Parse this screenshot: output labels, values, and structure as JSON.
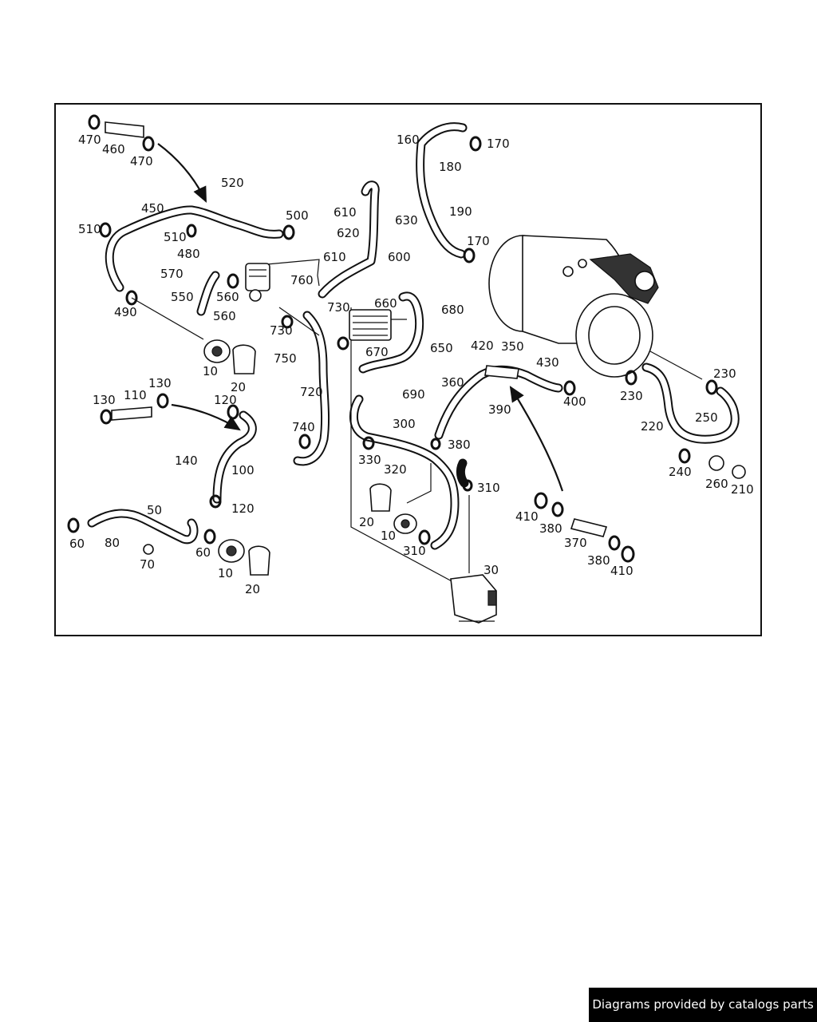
{
  "labels": [
    "470",
    "460",
    "470",
    "520",
    "450",
    "510",
    "510",
    "500",
    "480",
    "570",
    "550",
    "560",
    "560",
    "490",
    "10",
    "20",
    "610",
    "630",
    "620",
    "610",
    "600",
    "760",
    "730",
    "730",
    "750",
    "720",
    "740",
    "660",
    "680",
    "670",
    "650",
    "690",
    "160",
    "170",
    "180",
    "190",
    "170",
    "420",
    "350",
    "430",
    "360",
    "400",
    "390",
    "300",
    "380",
    "330",
    "320",
    "310",
    "20",
    "10",
    "310",
    "30",
    "130",
    "110",
    "130",
    "120",
    "140",
    "100",
    "120",
    "50",
    "60",
    "80",
    "70",
    "60",
    "10",
    "20",
    "410",
    "380",
    "370",
    "380",
    "410",
    "230",
    "230",
    "220",
    "250",
    "240",
    "260",
    "210"
  ],
  "credit": "Diagrams provided by catalogs parts",
  "colors": {
    "line": "#111111",
    "background": "#ffffff",
    "credit_bg": "#000000",
    "credit_text": "#ffffff"
  }
}
